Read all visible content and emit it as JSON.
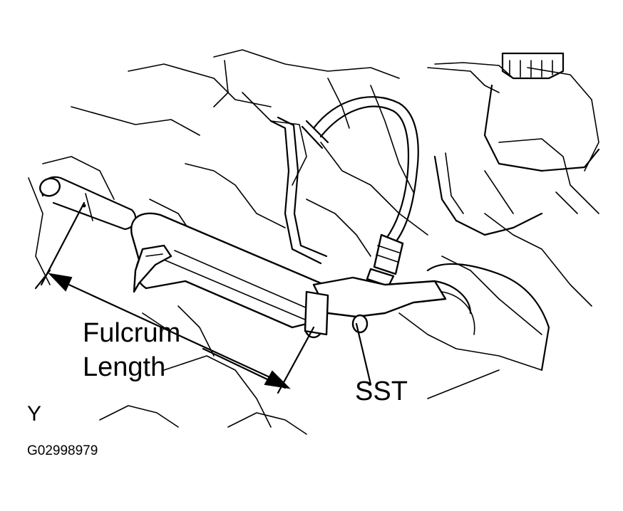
{
  "labels": {
    "fulcrum_line1": "Fulcrum",
    "fulcrum_line2": "Length",
    "tool": "SST",
    "view": "Y",
    "figure_id": "G02998979"
  },
  "colors": {
    "line": "#000000",
    "background": "#ffffff"
  }
}
